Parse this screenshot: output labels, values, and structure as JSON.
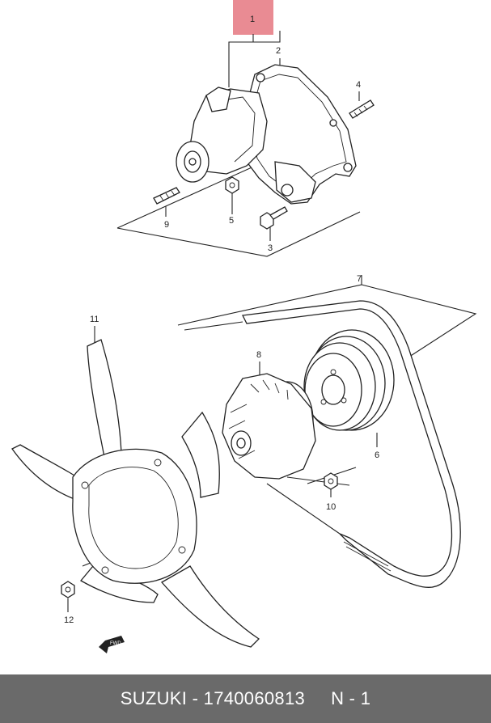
{
  "diagram": {
    "callouts": [
      "1",
      "2",
      "3",
      "4",
      "5",
      "6",
      "7",
      "8",
      "9",
      "10",
      "11",
      "12"
    ],
    "front_marker": "FWD",
    "highlight_color": "#e98b93"
  },
  "footer": {
    "brand": "SUZUKI",
    "separator": " - ",
    "part_number": "1740060813",
    "position": "N - 1",
    "background": "#6a6a6a"
  }
}
